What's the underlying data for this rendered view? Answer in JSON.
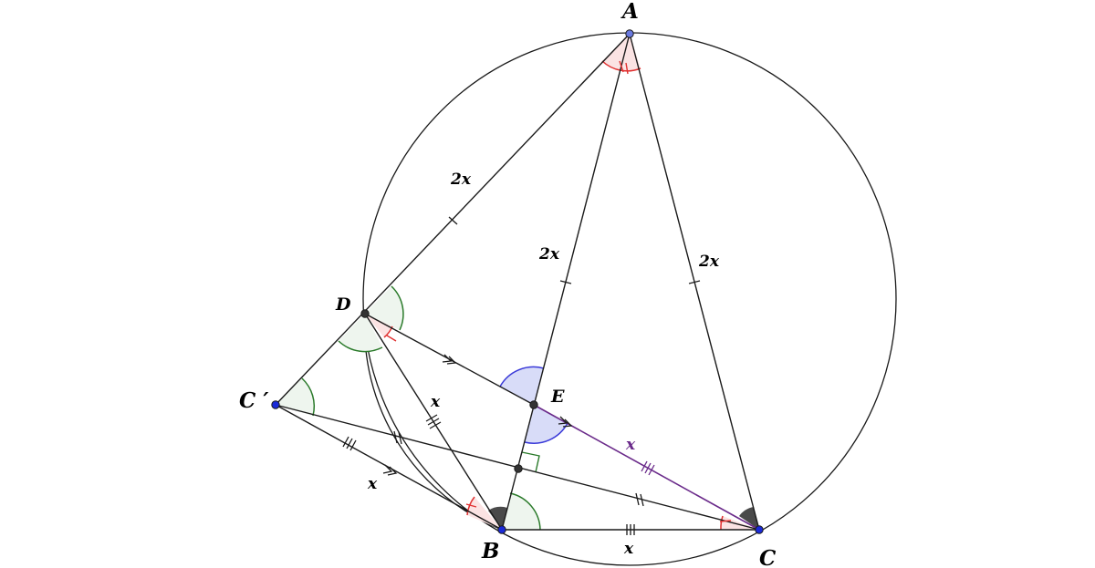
{
  "points": {
    "A": "A",
    "B": "B",
    "C": "C",
    "D": "D",
    "E": "E",
    "C_prime": "C ′"
  },
  "length_labels": {
    "AD": "2x",
    "AE": "2x",
    "AC": "2x",
    "DB": "x",
    "EC": "x",
    "C_prime_B": "x",
    "BC": "x"
  },
  "colors": {
    "stroke": "#1a1a1a",
    "highlight_segment": "#6a2a8a",
    "angle_red": "#e03030",
    "angle_red_fill": "#fbe3e3",
    "angle_green": "#2a7a2a",
    "angle_green_fill": "#eef5ee",
    "angle_blue": "#3a3ad8",
    "angle_blue_fill": "#d8dcf8",
    "angle_dark": "#4a4a4a",
    "point_blue": "#1a2ad8",
    "point_A": "#6a7ae0",
    "point_dark": "#333333"
  }
}
